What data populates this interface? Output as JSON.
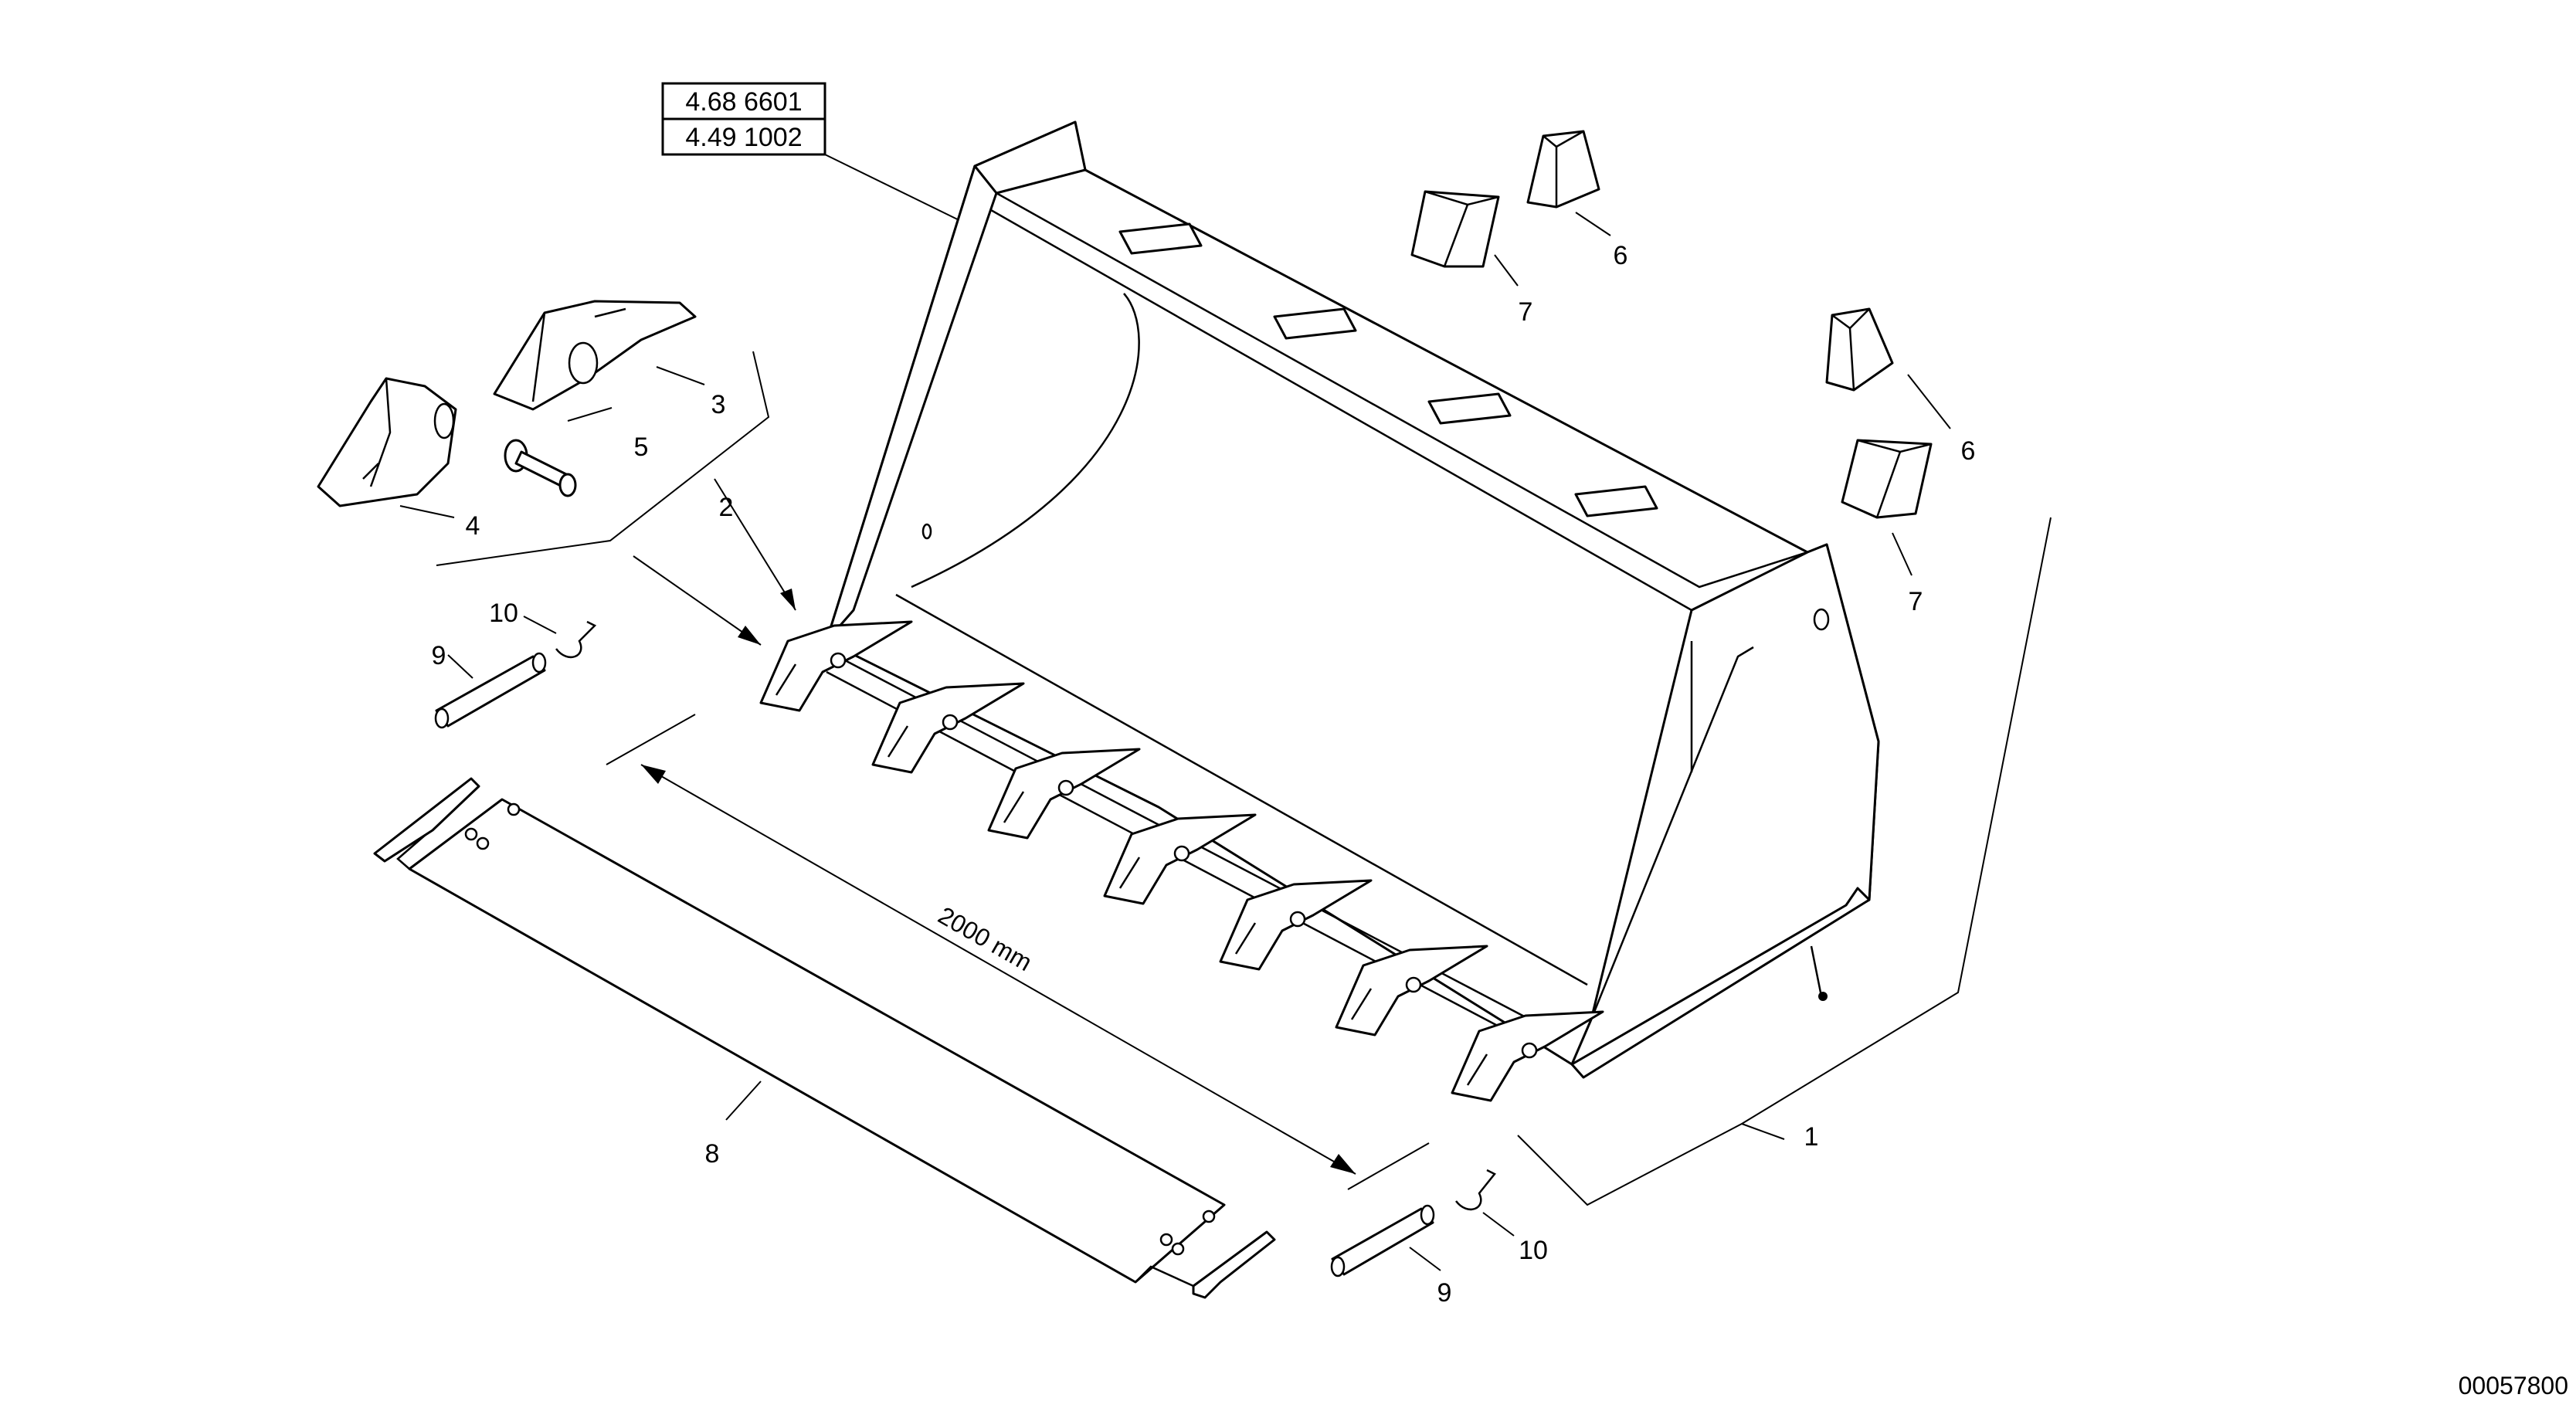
{
  "reference_box": {
    "lines": [
      "4.68 6601",
      "4.49 1002"
    ]
  },
  "callouts": {
    "c1": "1",
    "c2": "2",
    "c3": "3",
    "c4": "4",
    "c5": "5",
    "c6a": "6",
    "c6b": "6",
    "c7a": "7",
    "c7b": "7",
    "c8": "8",
    "c9a": "9",
    "c9b": "9",
    "c10a": "10",
    "c10b": "10"
  },
  "dimension_label": "2000 mm",
  "document_id": "00057800"
}
